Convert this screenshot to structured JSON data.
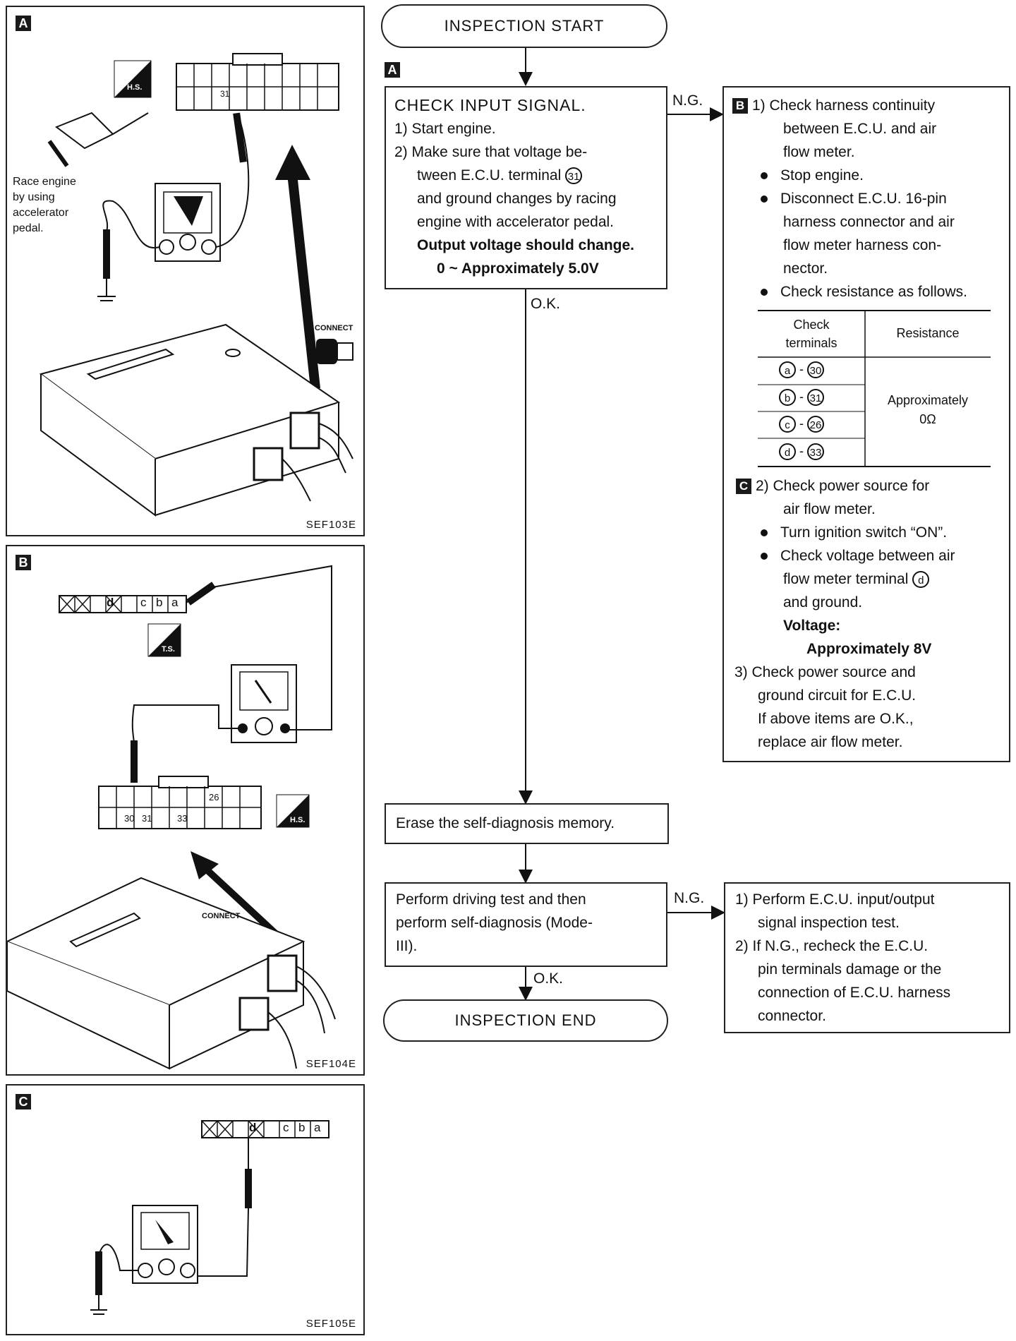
{
  "panels": {
    "a": {
      "tag": "A",
      "code": "SEF103E",
      "note_lines": [
        "Race engine",
        "by using",
        "accelerator",
        "pedal."
      ],
      "badge": "H.S.",
      "pin": "31",
      "connect": "CONNECT"
    },
    "b": {
      "tag": "B",
      "code": "SEF104E",
      "pins_top": [
        "d",
        "c",
        "b",
        "a"
      ],
      "badge_ts": "T.S.",
      "badge_hs": "H.S.",
      "pins_bottom": [
        "30",
        "31",
        "33"
      ],
      "pin_26": "26",
      "connect": "CONNECT"
    },
    "c": {
      "tag": "C",
      "code": "SEF105E",
      "pins_top": [
        "d",
        "c",
        "b",
        "a"
      ]
    }
  },
  "flow": {
    "start": "INSPECTION START",
    "tag_a": "A",
    "check": {
      "title": "CHECK INPUT SIGNAL.",
      "lines": [
        "1) Start engine.",
        "2) Make sure that voltage be-",
        "tween E.C.U. terminal",
        "and ground changes by racing",
        "engine with accelerator pedal."
      ],
      "terminal": "31",
      "bold1": "Output voltage should change.",
      "bold2": "0 ~ Approximately 5.0V"
    },
    "ng1": "N.G.",
    "ok1": "O.K.",
    "harness": {
      "tag_b": "B",
      "lines": [
        "1) Check harness continuity",
        "between E.C.U. and air",
        "flow meter."
      ],
      "bullets": [
        "Stop engine.",
        "Disconnect E.C.U. 16-pin",
        "harness connector and air",
        "flow meter harness con-",
        "nector.",
        "Check resistance as follows."
      ],
      "table_header": [
        "Check terminals",
        "Resistance"
      ],
      "table_rows": [
        [
          "a",
          "30"
        ],
        [
          "b",
          "31"
        ],
        [
          "c",
          "26"
        ],
        [
          "d",
          "33"
        ]
      ],
      "resistance": [
        "Approximately",
        "0Ω"
      ],
      "tag_c": "C",
      "c_lines": [
        "2) Check power source for",
        "air flow meter."
      ],
      "c_bullets": [
        "Turn ignition switch “ON”.",
        "Check voltage between air",
        "flow meter terminal",
        "and ground."
      ],
      "terminal_d": "d",
      "voltage_label": "Voltage:",
      "voltage_value": "Approximately 8V",
      "s3": [
        "3) Check power source and",
        "ground circuit for E.C.U.",
        "If above items are O.K.,",
        "replace air flow meter."
      ]
    },
    "erase": "Erase the self-diagnosis memory.",
    "drive": [
      "Perform driving test and then",
      "perform self-diagnosis (Mode-",
      "III)."
    ],
    "ng2": "N.G.",
    "ok2": "O.K.",
    "ecu": [
      "1) Perform E.C.U. input/output",
      "signal inspection test.",
      "2) If N.G., recheck the E.C.U.",
      "pin terminals damage or the",
      "connection of E.C.U. harness",
      "connector."
    ],
    "end": "INSPECTION END"
  }
}
